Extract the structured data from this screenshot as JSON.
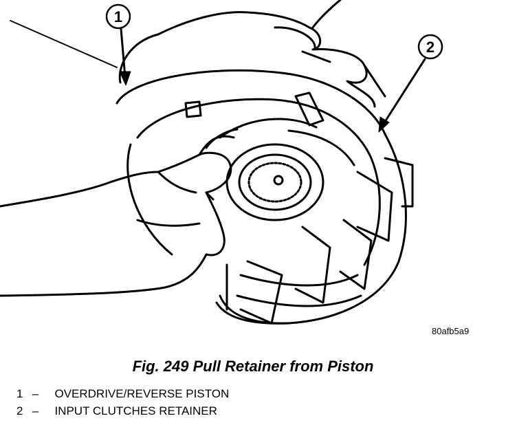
{
  "figure": {
    "callouts": [
      "1",
      "2"
    ],
    "image_id": "80afb5a9",
    "caption": "Fig. 249 Pull Retainer from Piston"
  },
  "legend": {
    "items": [
      {
        "number": "1",
        "separator": "–",
        "label": "OVERDRIVE/REVERSE PISTON"
      },
      {
        "number": "2",
        "separator": "–",
        "label": "INPUT CLUTCHES RETAINER"
      }
    ]
  }
}
